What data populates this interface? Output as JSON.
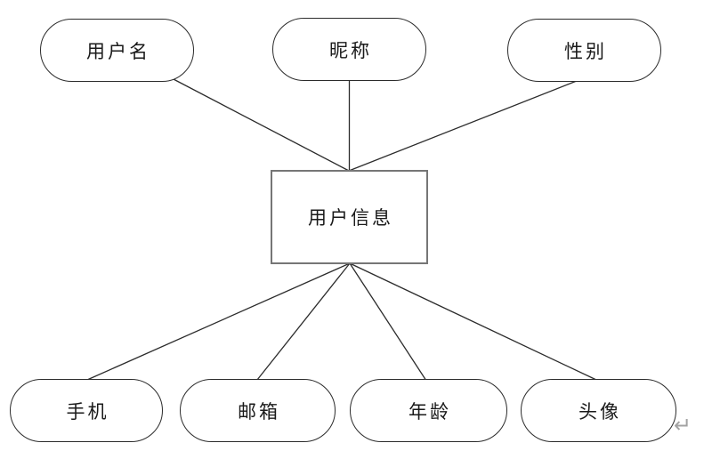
{
  "diagram": {
    "type": "entity-attribute-diagram",
    "entity": {
      "label": "用户信息"
    },
    "top_attributes": [
      {
        "label": "用户名"
      },
      {
        "label": "昵称"
      },
      {
        "label": "性别"
      }
    ],
    "bottom_attributes": [
      {
        "label": "手机"
      },
      {
        "label": "邮箱"
      },
      {
        "label": "年龄"
      },
      {
        "label": "头像"
      }
    ],
    "paragraph_mark": "↵"
  },
  "colors": {
    "background": "#ffffff",
    "shape_border": "#2b2b2b",
    "entity_border": "#767676",
    "connector": "#2b2b2b",
    "text": "#1a1a1a",
    "paragraph_mark": "#a3a3a3"
  }
}
